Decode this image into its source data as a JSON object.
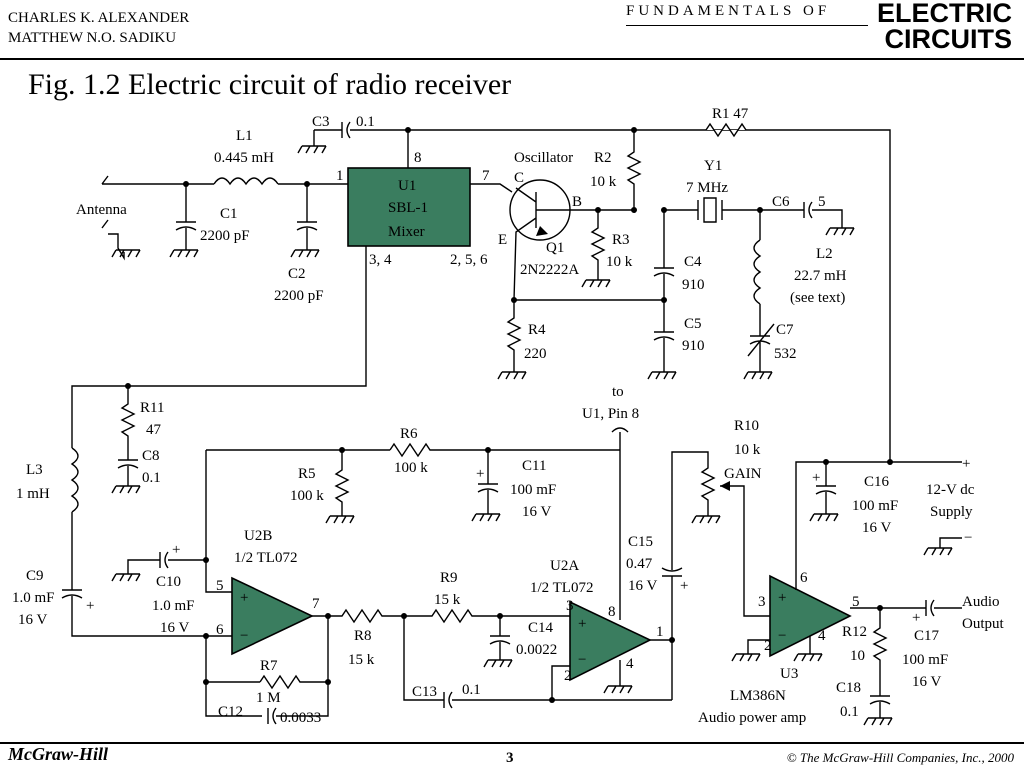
{
  "header": {
    "authors": [
      "CHARLES K. ALEXANDER",
      "MATTHEW N.O. SADIKU"
    ],
    "fundamentals": "FUNDAMENTALS OF",
    "electric": "ELECTRIC",
    "circuits": "CIRCUITS"
  },
  "figure_title": "Fig. 1.2 Electric circuit of radio receiver",
  "footer": {
    "publisher": "McGraw-Hill",
    "page": "3",
    "copyright": "© The McGraw-Hill Companies, Inc., 2000"
  },
  "colors": {
    "chip_fill": "#3a7d5f"
  },
  "labels": {
    "antenna": "Antenna",
    "L1": "L1",
    "L1_val": "0.445 mH",
    "C1": "C1",
    "C1_val": "2200 pF",
    "C2": "C2",
    "C2_val": "2200 pF",
    "C3": "C3",
    "C3_val": "0.1",
    "U1_a": "U1",
    "U1_b": "SBL-1",
    "U1_c": "Mixer",
    "U1_pin1": "1",
    "U1_pin7": "7",
    "U1_pin8": "8",
    "U1_pin34": "3, 4",
    "U1_pin256": "2, 5, 6",
    "oscillator": "Oscillator",
    "Q1_C": "C",
    "Q1_B": "B",
    "Q1_E": "E",
    "Q1": "Q1",
    "Q1_val": "2N2222A",
    "R1": "R1 47",
    "R2": "R2",
    "R2_val": "10 k",
    "R3": "R3",
    "R3_val": "10 k",
    "R4": "R4",
    "R4_val": "220",
    "C4": "C4",
    "C4_val": "910",
    "C5": "C5",
    "C5_val": "910",
    "Y1": "Y1",
    "Y1_val": "7 MHz",
    "C6": "C6",
    "C6_pin": "5",
    "L2": "L2",
    "L2_val": "22.7 mH",
    "L2_note": "(see text)",
    "C7": "C7",
    "C7_val": "532",
    "R11": "R11",
    "R11_val": "47",
    "C8": "C8",
    "C8_val": "0.1",
    "L3": "L3",
    "L3_val": "1 mH",
    "C9": "C9",
    "C9_val": "1.0 mF",
    "C9_v": "16 V",
    "C10": "C10",
    "C10_val": "1.0 mF",
    "C10_v": "16 V",
    "U2B": "U2B",
    "U2B_val": "1/2 TL072",
    "U2B_pin5": "5",
    "U2B_pin6": "6",
    "U2B_pin7": "7",
    "R5": "R5",
    "R5_val": "100 k",
    "R6": "R6",
    "R6_val": "100 k",
    "R7": "R7",
    "R7_val": "1 M",
    "R8": "R8",
    "R8_val": "15 k",
    "R9": "R9",
    "R9_val": "15 k",
    "C11": "C11",
    "C11_val": "100 mF",
    "C11_v": "16 V",
    "C12": "C12",
    "C12_val": "0.0033",
    "C13": "C13",
    "C13_val": "0.1",
    "C14": "C14",
    "C14_val": "0.0022",
    "to": "to",
    "to_pin": "U1, Pin 8",
    "U2A": "U2A",
    "U2A_val": "1/2 TL072",
    "U2A_pin3": "3",
    "U2A_pin8": "8",
    "U2A_pin1": "1",
    "U2A_pin2": "2",
    "U2A_pin4": "4",
    "C15": "C15",
    "C15_val": "0.47",
    "C15_v": "16 V",
    "R10": "R10",
    "R10_val": "10 k",
    "R10_gain": "GAIN",
    "C16": "C16",
    "C16_val": "100 mF",
    "C16_v": "16 V",
    "supply_a": "12-V dc",
    "supply_b": "Supply",
    "U3_pin6": "6",
    "U3_pin3": "3",
    "U3_pin2": "2",
    "U3_pin4": "4",
    "U3_pin5": "5",
    "U3": "U3",
    "U3_val": "LM386N",
    "U3_desc": "Audio power amp",
    "R12": "R12",
    "R12_val": "10",
    "C17": "C17",
    "C17_val": "100 mF",
    "C17_v": "16 V",
    "C18": "C18",
    "C18_val": "0.1",
    "audio_a": "Audio",
    "audio_b": "Output"
  }
}
